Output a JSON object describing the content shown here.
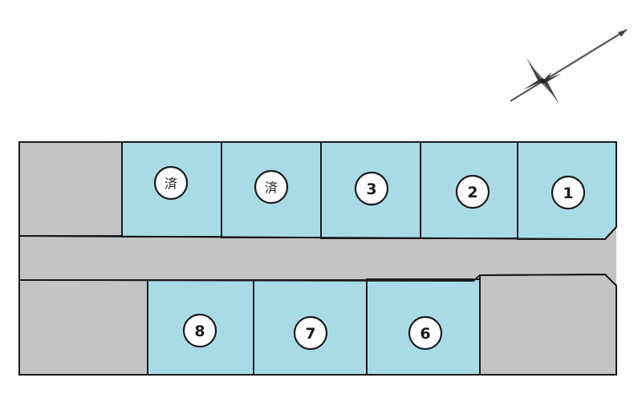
{
  "lots": {
    "top": [
      {
        "id": "sold-a",
        "label": "済",
        "status": "sold"
      },
      {
        "id": "sold-b",
        "label": "済",
        "status": "sold"
      },
      {
        "id": "lot-3",
        "label": "3",
        "status": "available"
      },
      {
        "id": "lot-2",
        "label": "2",
        "status": "available"
      },
      {
        "id": "lot-1",
        "label": "1",
        "status": "available"
      }
    ],
    "bottom": [
      {
        "id": "lot-8",
        "label": "8",
        "status": "available"
      },
      {
        "id": "lot-7",
        "label": "7",
        "status": "available"
      },
      {
        "id": "lot-6",
        "label": "6",
        "status": "available"
      }
    ]
  },
  "colors": {
    "available": "#a9dbe6",
    "other": "#c4c4c4",
    "outline": "#1a1a1a"
  },
  "compass": {
    "icon": "compass-rose-icon"
  }
}
